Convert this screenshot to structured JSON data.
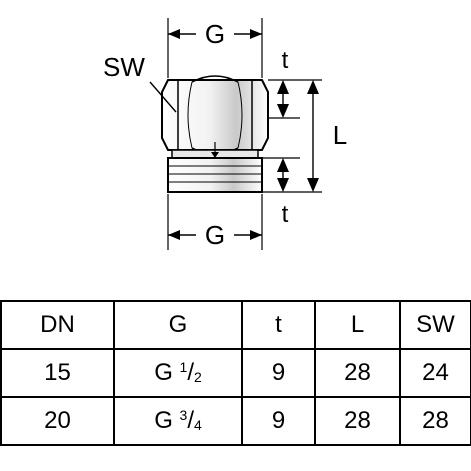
{
  "labels": {
    "top_g": "G",
    "bottom_g": "G",
    "sw": "SW",
    "t_top": "t",
    "t_bottom": "t",
    "l": "L"
  },
  "table": {
    "headers": [
      "DN",
      "G",
      "t",
      "L",
      "SW"
    ],
    "rows": [
      {
        "dn": "15",
        "g_prefix": "G",
        "g_num": "1",
        "g_den": "2",
        "t": "9",
        "l": "28",
        "sw": "24"
      },
      {
        "dn": "20",
        "g_prefix": "G",
        "g_num": "3",
        "g_den": "4",
        "t": "9",
        "l": "28",
        "sw": "28"
      }
    ]
  }
}
